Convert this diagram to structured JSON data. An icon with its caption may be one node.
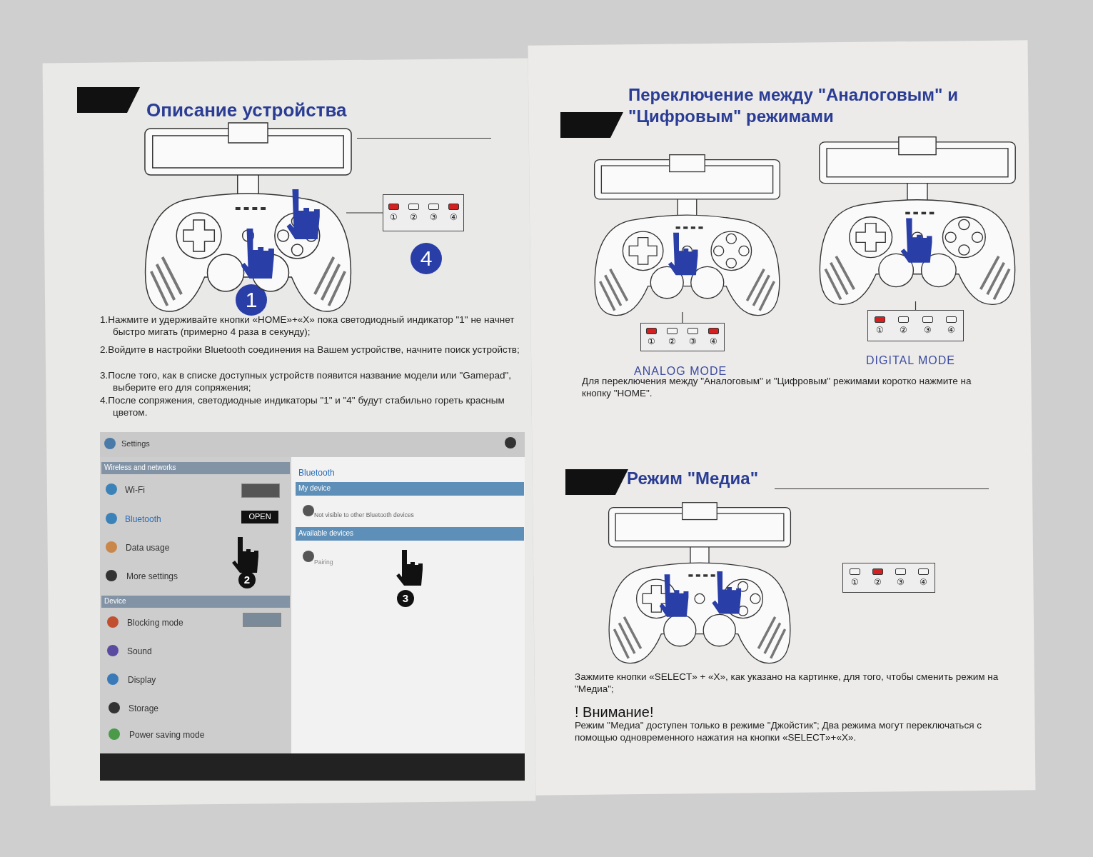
{
  "diagram": {
    "nodes": [
      {
        "text": [],
        "shape": "picture"
      },
      {
        "text": [
          "①",
          "②",
          "③",
          "④"
        ]
      },
      {
        "text": [],
        "shape": "picture"
      },
      {
        "text": [
          "①",
          "②",
          "③",
          "④"
        ]
      },
      {
        "text": [],
        "shape": "picture"
      },
      {
        "text": [
          "①",
          "②",
          "③",
          "④"
        ]
      },
      {
        "text": [],
        "shape": "picture"
      },
      {
        "text": [
          "①",
          "②",
          "③",
          "④"
        ]
      }
    ],
    "edges": [
      {
        "from": 0,
        "to": 1,
        "arrow": "none"
      },
      {
        "from": 2,
        "to": 3,
        "arrow": "none"
      },
      {
        "from": 4,
        "to": 5,
        "arrow": "none"
      }
    ],
    "labels": [
      "Описание устройства",
      "4",
      "1",
      "1.Нажмите и удерживайте кнопки «HOME»+«X» пока светодиодный индикатор \"1\" не начнет быстро мигать (примерно 4 раза в секунду);",
      "2.Войдите в настройки Bluetooth соединения на Вашем устройстве, начните поиск устройств;",
      "3.После того, как в списке доступных устройств появится название модели или \"Gamepad\", выберите его для сопряжения;",
      "4.После сопряжения, светодиодные индикаторы \"1\" и \"4\" будут стабильно гореть красным цветом.",
      "Settings",
      "Wireless and networks",
      "Wi-Fi",
      "Bluetooth",
      "OPEN",
      "Data usage",
      "More settings",
      "Device",
      "Blocking mode",
      "Sound",
      "Display",
      "Storage",
      "Power saving mode",
      "Bluetooth",
      "My device",
      "Not visible to other Bluetooth devices",
      "Available devices",
      "Pairing",
      "2",
      "3",
      "Переключение между \"Аналоговым\" и \"Цифровым\" режимами",
      "ANALOG MODE",
      "DIGITAL MODE",
      "Для переключения между \"Аналоговым\" и \"Цифровым\" режимами коротко нажмите на кнопку \"HOME\".",
      "Режим \"Медиа\"",
      "Зажмите кнопки «SELECT» + «X», как указано на картинке, для того, чтобы сменить режим на \"Медиа\";",
      "! Внимание!",
      "Режим \"Медиа\" доступен только в режиме \"Джойстик\"; Два режима могут переключаться с помощью одновременного нажатия на кнопки «SELECT»+«X»."
    ]
  }
}
